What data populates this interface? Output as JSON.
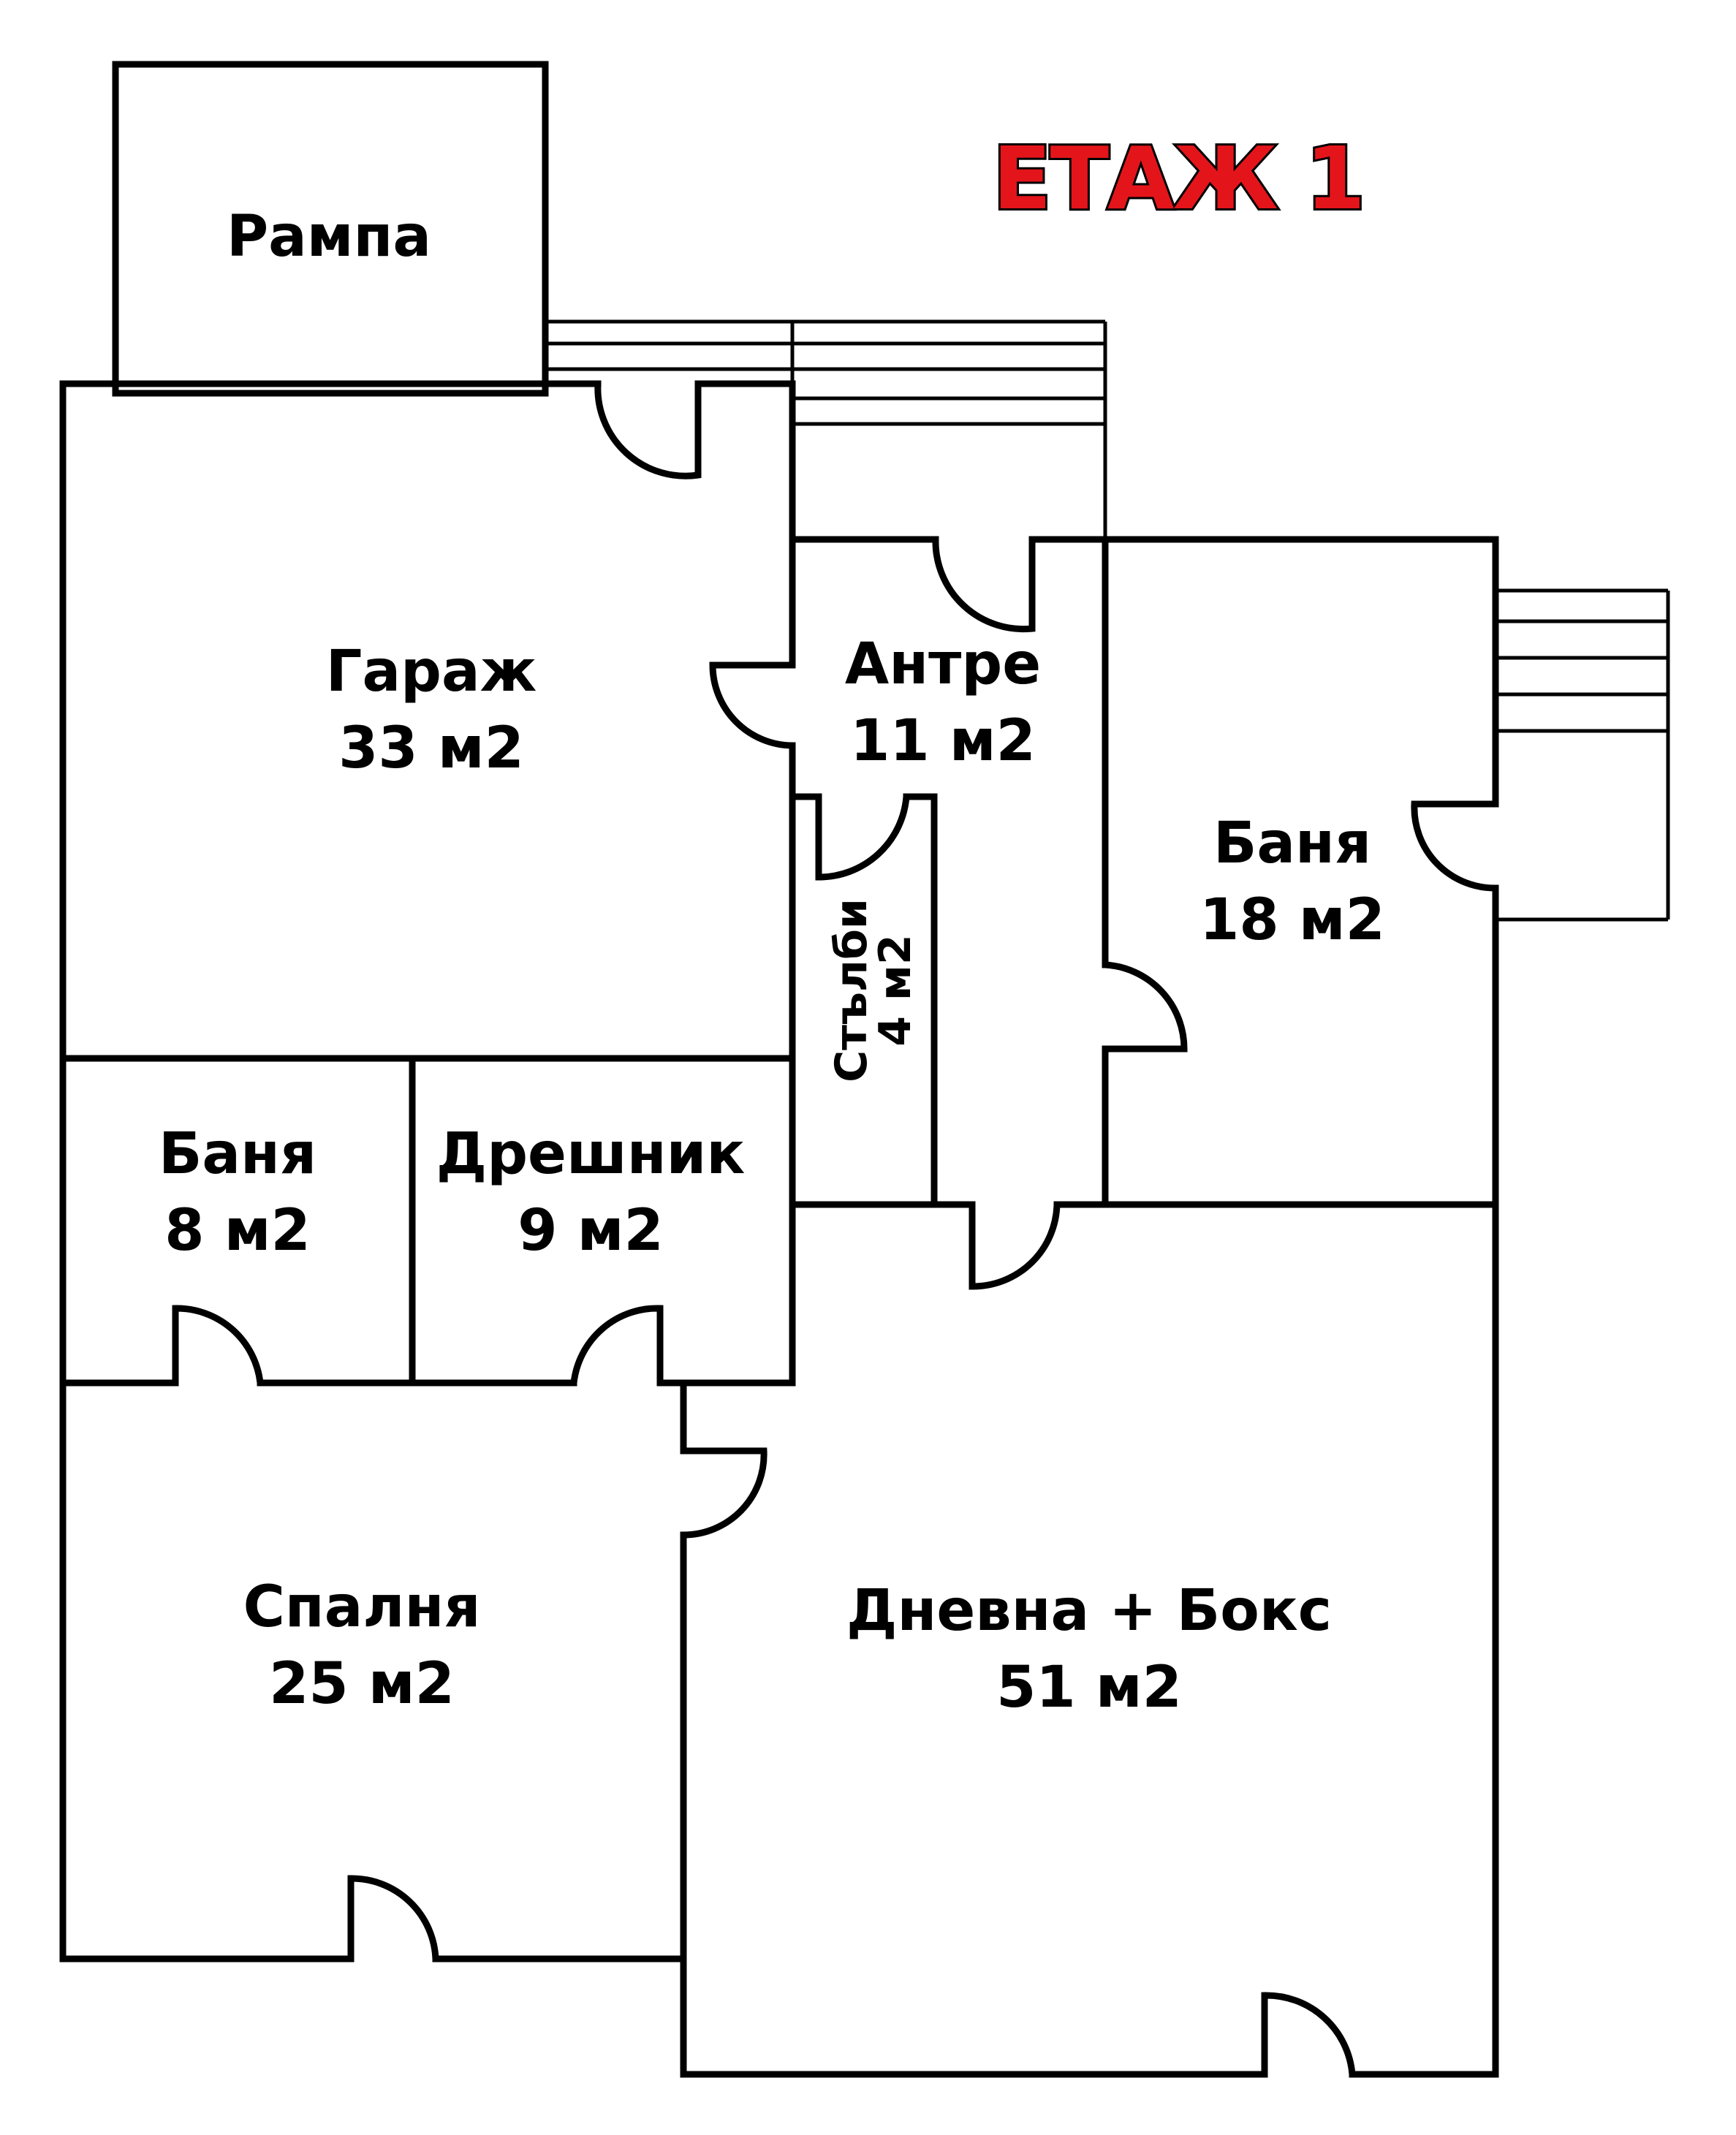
{
  "title": {
    "text": "ЕТАЖ 1",
    "color": "#e3151b"
  },
  "rooms": {
    "ramp": {
      "name": "Рампа"
    },
    "garage": {
      "name": "Гараж",
      "area": "33 м2"
    },
    "entrance": {
      "name": "Антре",
      "area": "11 м2"
    },
    "bath_large": {
      "name": "Баня",
      "area": "18 м2"
    },
    "stairs": {
      "name": "Стълби",
      "area": "4 м2"
    },
    "bath_small": {
      "name": "Баня",
      "area": "8 м2"
    },
    "closet": {
      "name": "Дрешник",
      "area": "9 м2"
    },
    "bedroom": {
      "name": "Спалня",
      "area": "25 м2"
    },
    "living": {
      "name": "Дневна + Бокс",
      "area": "51 м2"
    }
  }
}
